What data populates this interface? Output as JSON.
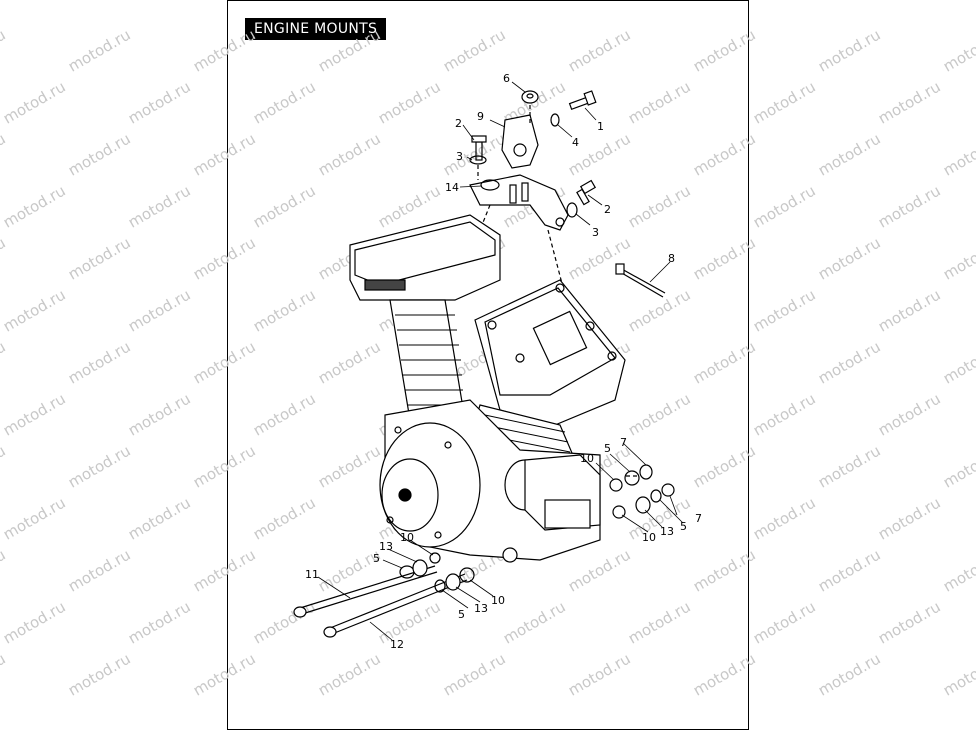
{
  "title": "ENGINE MOUNTS",
  "watermark": "motod.ru",
  "callouts": [
    {
      "id": "c1",
      "label": "1"
    },
    {
      "id": "c2a",
      "label": "2"
    },
    {
      "id": "c2b",
      "label": "2"
    },
    {
      "id": "c3a",
      "label": "3"
    },
    {
      "id": "c3b",
      "label": "3"
    },
    {
      "id": "c4",
      "label": "4"
    },
    {
      "id": "c5a",
      "label": "5"
    },
    {
      "id": "c5b",
      "label": "5"
    },
    {
      "id": "c5c",
      "label": "5"
    },
    {
      "id": "c5d",
      "label": "5"
    },
    {
      "id": "c6",
      "label": "6"
    },
    {
      "id": "c7a",
      "label": "7"
    },
    {
      "id": "c7b",
      "label": "7"
    },
    {
      "id": "c8",
      "label": "8"
    },
    {
      "id": "c9",
      "label": "9"
    },
    {
      "id": "c10a",
      "label": "10"
    },
    {
      "id": "c10b",
      "label": "10"
    },
    {
      "id": "c10c",
      "label": "10"
    },
    {
      "id": "c10d",
      "label": "10"
    },
    {
      "id": "c11",
      "label": "11"
    },
    {
      "id": "c12",
      "label": "12"
    },
    {
      "id": "c13a",
      "label": "13"
    },
    {
      "id": "c13b",
      "label": "13"
    },
    {
      "id": "c13c",
      "label": "13"
    },
    {
      "id": "c14",
      "label": "14"
    }
  ]
}
